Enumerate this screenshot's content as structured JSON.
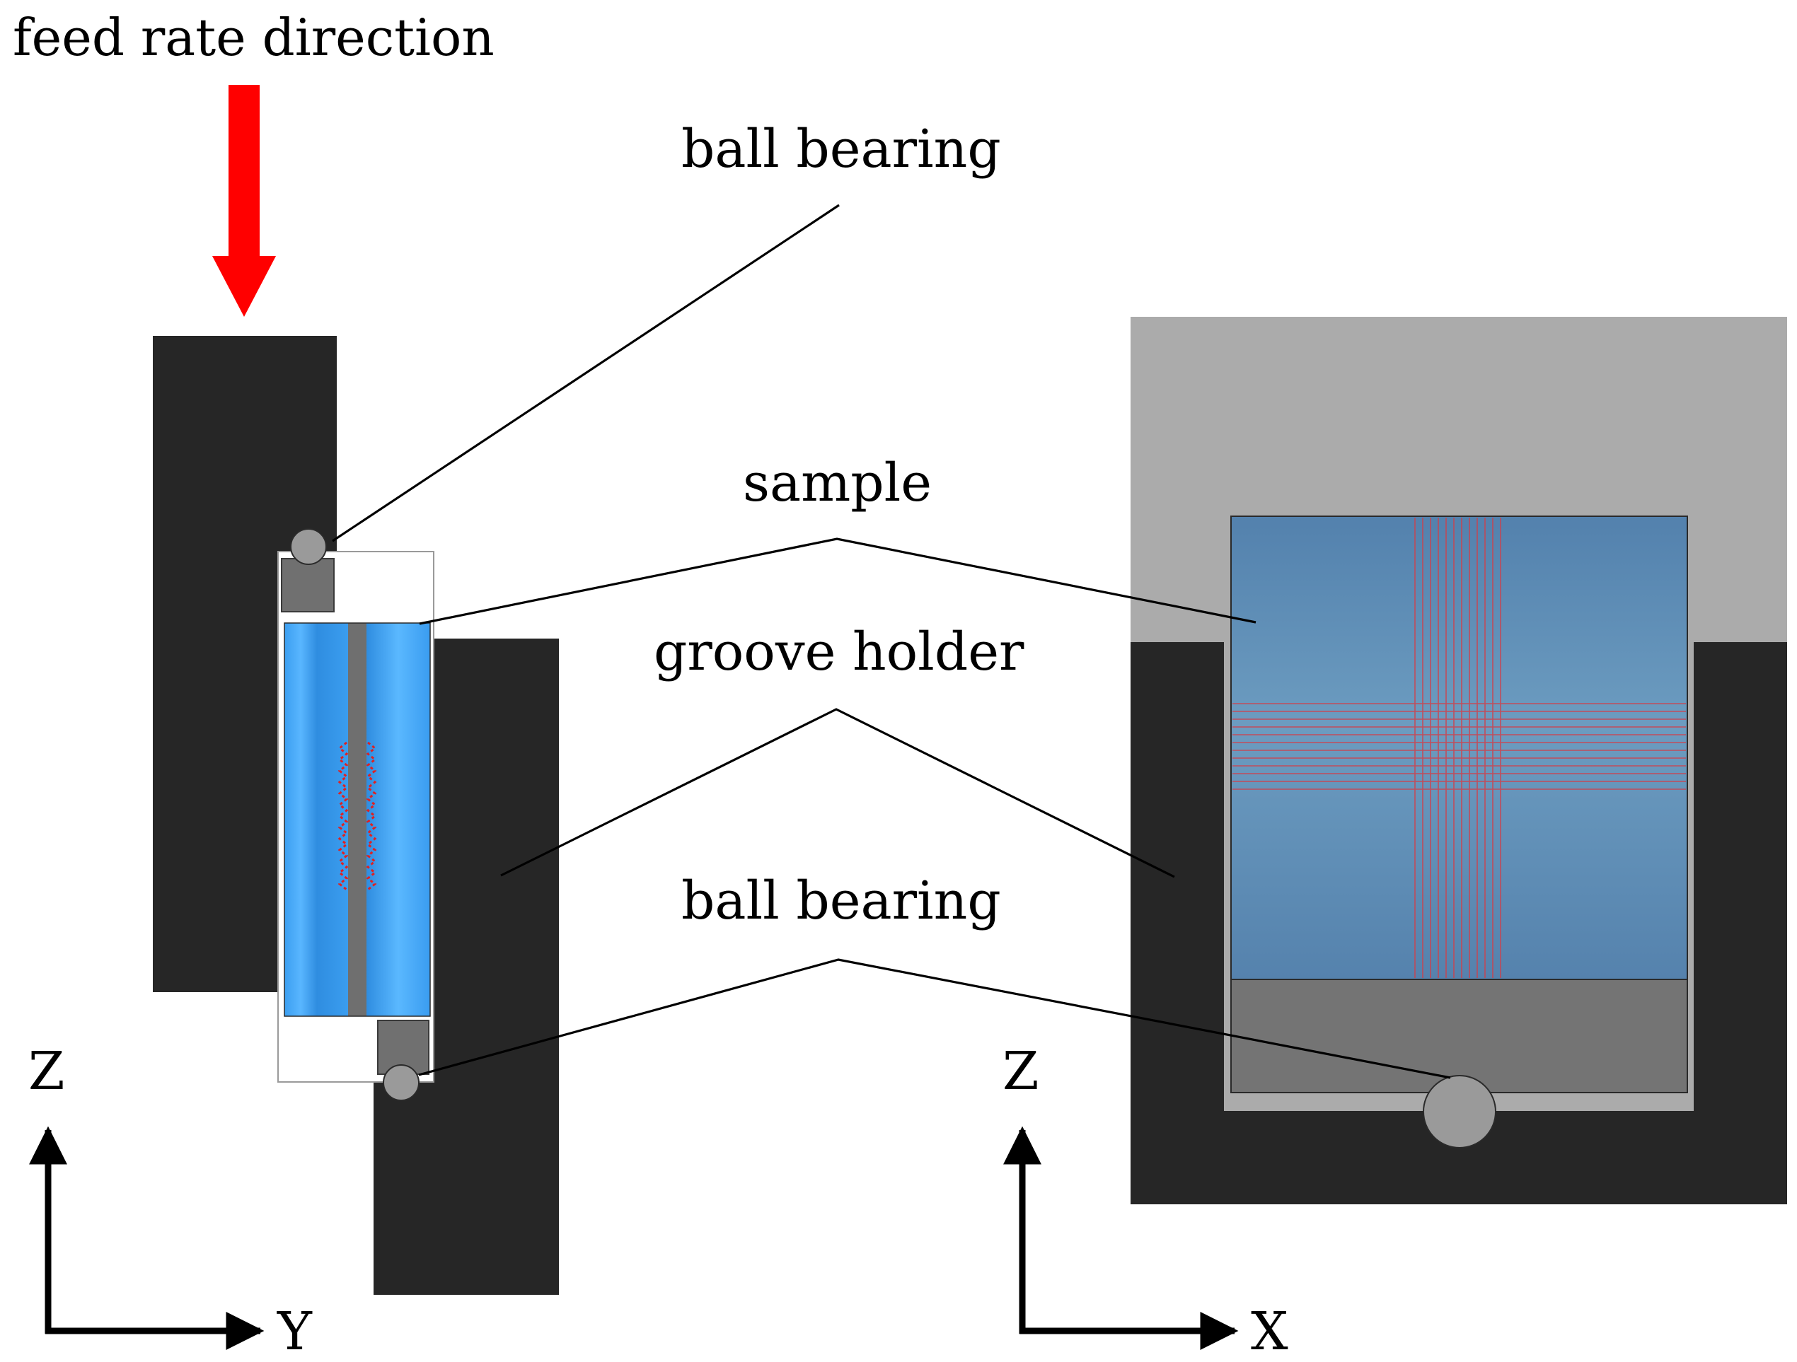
{
  "labels": {
    "feed_rate_direction": "feed rate direction",
    "ball_bearing_top": "ball bearing",
    "sample": "sample",
    "groove_holder": "groove holder",
    "ball_bearing_bottom": "ball bearing"
  },
  "axes_left": {
    "vertical": "Z",
    "horizontal": "Y"
  },
  "axes_right": {
    "vertical": "Z",
    "horizontal": "X"
  },
  "colors": {
    "arrow": "#ff0000",
    "holder": "#262626",
    "housing": "#ababab",
    "sample_side": "#4aa8f5",
    "sample_front": "#5f8fb8",
    "bearing": "#9a9a9a",
    "block": "#6e6e6e",
    "grid_lines": "#d0404a"
  }
}
